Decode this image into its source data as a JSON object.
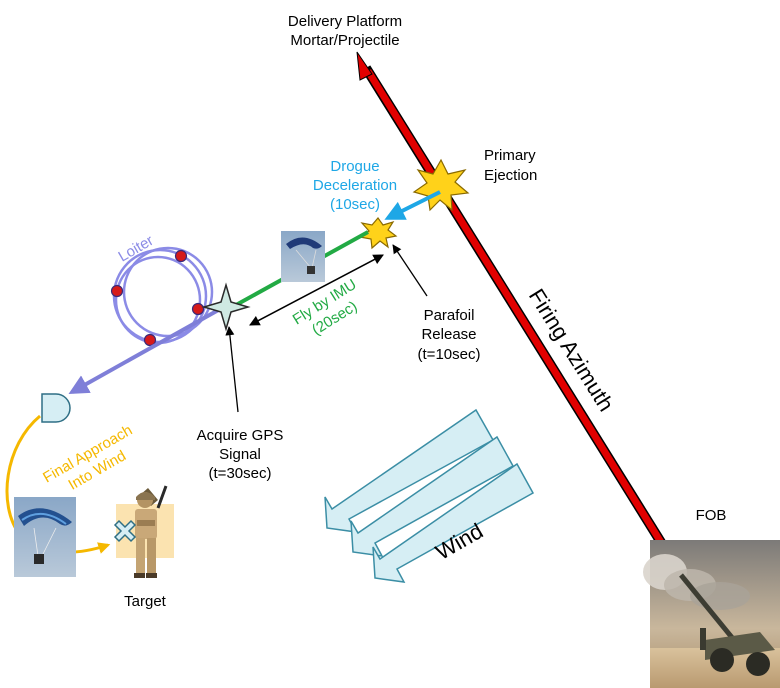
{
  "labels": {
    "delivery_platform": "Delivery Platform",
    "mortar_projectile": "Mortar/Projectile",
    "primary": "Primary",
    "ejection": "Ejection",
    "drogue": "Drogue",
    "deceleration": "Deceleration",
    "drogue_time": "(10sec)",
    "loiter": "Loiter",
    "fly_by_imu": "Fly by IMU",
    "imu_time": "(20sec)",
    "parafoil": "Parafoil",
    "release": "Release",
    "release_time": "(t=10sec)",
    "firing_azimuth": "Firing Azimuth",
    "acquire_gps": "Acquire GPS",
    "signal": "Signal",
    "gps_time": "(t=30sec)",
    "final_approach": "Final Approach",
    "into_wind": "Into Wind",
    "wind": "Wind",
    "target": "Target",
    "fob": "FOB"
  },
  "colors": {
    "azimuth_line": "#e10000",
    "drogue": "#1ea7e6",
    "imu_path": "#22aa44",
    "loiter": "#8b8be6",
    "final_approach": "#f5b800",
    "wind_arrow_fill": "#d6eef4",
    "wind_arrow_stroke": "#3b8ea5",
    "burst_fill": "#ffd21a"
  }
}
